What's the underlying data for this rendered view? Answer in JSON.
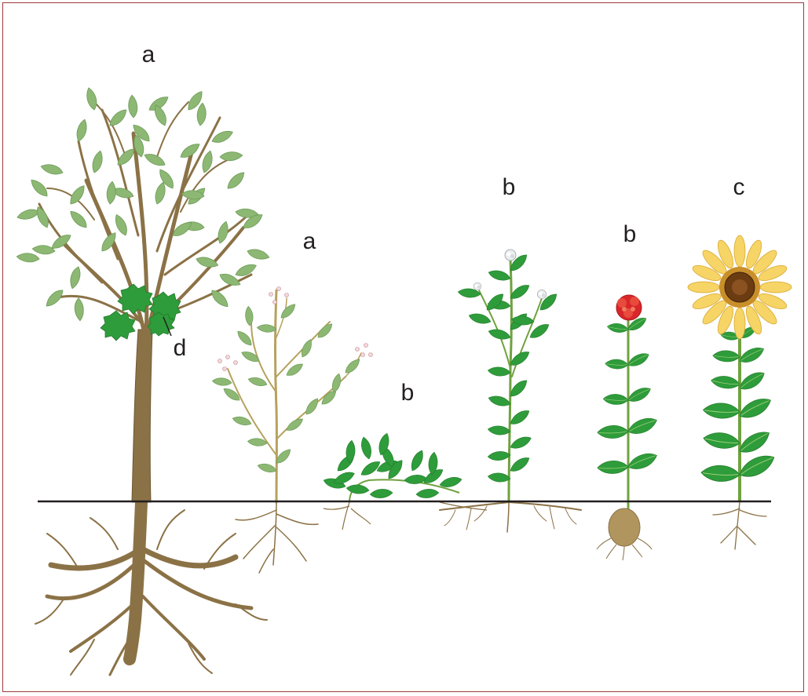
{
  "labels": {
    "tree": "a",
    "shrub": "a",
    "creeper": "b",
    "climber": "b",
    "bulb_plant": "b",
    "sunflower": "c",
    "parasite": "d"
  },
  "colors": {
    "frame": "#9b3a3a",
    "ground": "#231f20",
    "trunk": "#8b7246",
    "root": "#8b7246",
    "leaf_light": "#8cb873",
    "leaf_dark": "#2e9c3a",
    "stem": "#6fa23f",
    "red_flower": "#d9262a",
    "sunflower_petal": "#f6d466",
    "sunflower_center": "#6b3b12",
    "bulb": "#b0955e"
  }
}
